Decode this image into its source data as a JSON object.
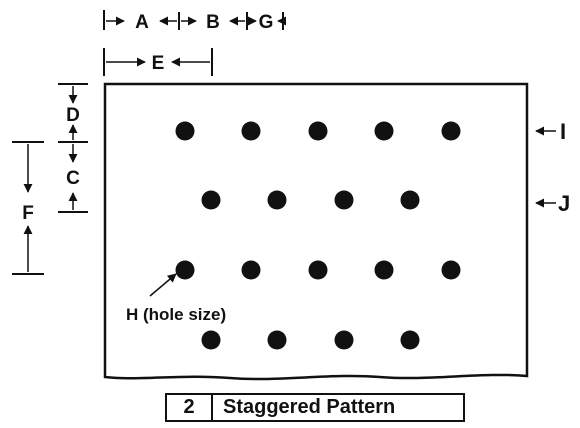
{
  "labels": {
    "A": "A",
    "B": "B",
    "G": "G",
    "E": "E",
    "D": "D",
    "C": "C",
    "F": "F",
    "I": "I",
    "J": "J",
    "H": "H (hole size)"
  },
  "caption": {
    "number": "2",
    "title": "Staggered Pattern"
  },
  "holes": {
    "row_counts": [
      5,
      4,
      5,
      4
    ],
    "color": "#111111"
  }
}
